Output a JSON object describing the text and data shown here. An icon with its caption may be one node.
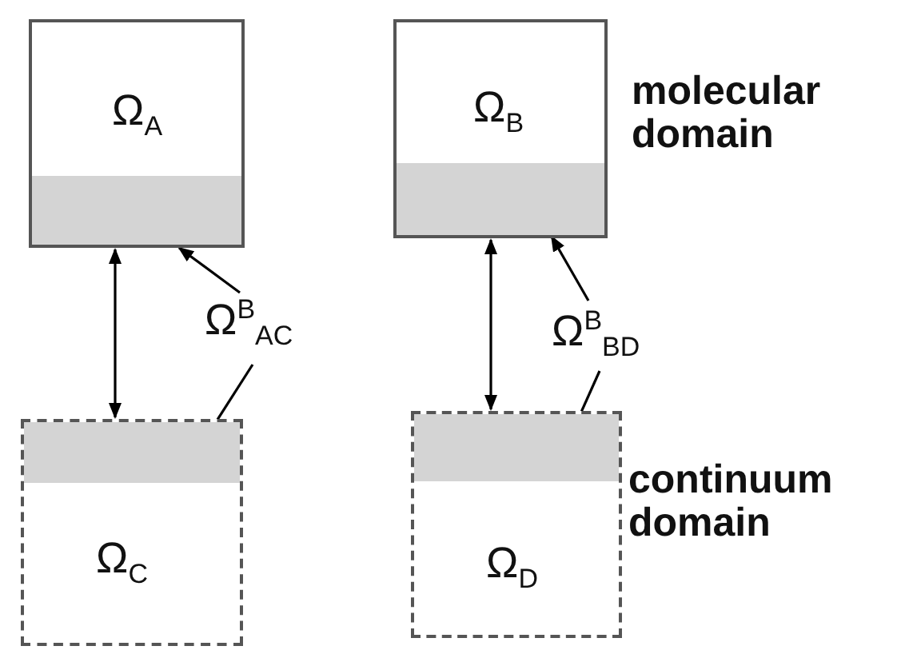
{
  "diagram": {
    "nodes": [
      {
        "text": [
          "Ω$_{A}$"
        ]
      },
      {
        "text": [],
        "shape": "bar",
        "in": 0
      },
      {
        "text": [
          "Ω$_{B}$"
        ]
      },
      {
        "text": [],
        "shape": "bar",
        "in": 2
      },
      {
        "text": [
          "Ω$^{B}$$_{AC}$"
        ]
      },
      {
        "text": [
          "Ω$^{B}$$_{BD}$"
        ]
      },
      {
        "text": [
          "Ω$_{C}$"
        ]
      },
      {
        "text": [],
        "shape": "bar",
        "in": 6
      },
      {
        "text": [
          "Ω$_{D}$"
        ]
      },
      {
        "text": [],
        "shape": "bar",
        "in": 8
      }
    ],
    "edges": [
      {
        "from": 0,
        "to": 6,
        "arrow": "both"
      },
      {
        "from": 2,
        "to": 8,
        "arrow": "both"
      },
      {
        "from": 4,
        "to": 1,
        "arrow": "to"
      },
      {
        "from": 4,
        "to": 7,
        "arrow": "to"
      },
      {
        "from": 5,
        "to": 3,
        "arrow": "to"
      },
      {
        "from": 5,
        "to": 9,
        "arrow": "to"
      }
    ],
    "labels": [
      "molecular domain",
      "continuum domain"
    ]
  }
}
